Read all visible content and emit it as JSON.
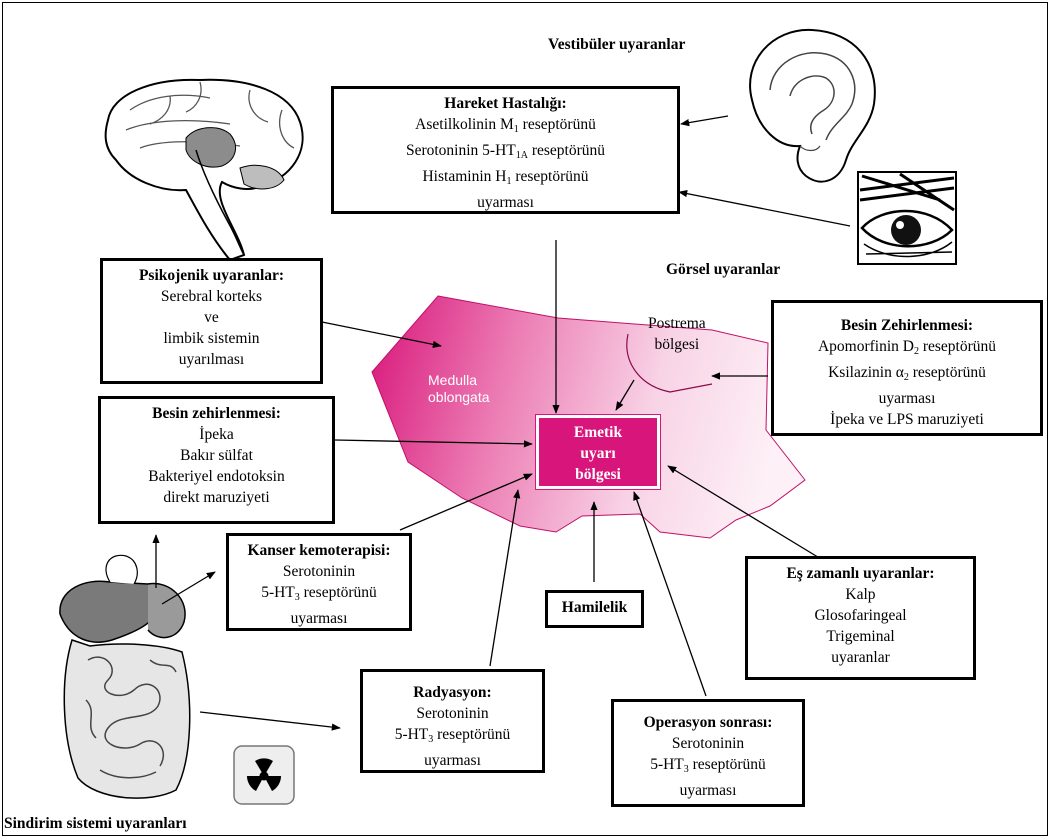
{
  "labels": {
    "vestibular": "Vestibüler uyaranlar",
    "visual": "Görsel uyaranlar",
    "digestive": "Sindirim sistemi uyaranları",
    "medulla_line1": "Medulla",
    "medulla_line2": "oblongata",
    "postrema_line1": "Postrema",
    "postrema_line2": "bölgesi"
  },
  "emetic": {
    "line1": "Emetik",
    "line2": "uyarı",
    "line3": "bölgesi"
  },
  "boxes": {
    "motion": {
      "heading": "Hareket Hastalığı:",
      "l1a": "Asetilkolinin M",
      "l1s": "1",
      "l1b": " reseptörünü",
      "l2a": "Serotoninin 5-HT",
      "l2s": "1A",
      "l2b": "  reseptörünü",
      "l3a": "Histaminin H",
      "l3s": "1",
      "l3b": " reseptörünü",
      "l4": "uyarması"
    },
    "psychogenic": {
      "heading": "Psikojenik uyaranlar:",
      "l1": "Serebral korteks",
      "l2": "ve",
      "l3": "limbik sistemin",
      "l4": "uyarılması"
    },
    "food_left": {
      "heading": "Besin zehirlenmesi:",
      "l1": "İpeka",
      "l2": "Bakır sülfat",
      "l3": "Bakteriyel endotoksin",
      "l4": "direkt maruziyeti"
    },
    "food_right": {
      "heading": "Besin Zehirlenmesi:",
      "l1a": "Apomorfinin D",
      "l1s": "2",
      "l1b": " reseptörünü",
      "l2a": "Ksilazinin α",
      "l2s": "2",
      "l2b": " reseptörünü",
      "l3": "uyarması",
      "l4": "İpeka ve LPS maruziyeti"
    },
    "chemo": {
      "heading": "Kanser kemoterapisi:",
      "l1": "Serotoninin",
      "l2a": "5-HT",
      "l2s": "3",
      "l2b": " reseptörünü",
      "l3": "uyarması"
    },
    "pregnancy": {
      "heading": "Hamilelik"
    },
    "simultaneous": {
      "heading": "Eş zamanlı uyaranlar:",
      "l1": "Kalp",
      "l2": "Glosofaringeal",
      "l3": "Trigeminal",
      "l4": "uyaranlar"
    },
    "radiation": {
      "heading": "Radyasyon:",
      "l1": "Serotoninin",
      "l2a": "5-HT",
      "l2s": "3",
      "l2b": " reseptörünü",
      "l3": "uyarması"
    },
    "postop": {
      "heading": "Operasyon sonrası:",
      "l1": "Serotoninin",
      "l2a": "5-HT",
      "l2s": "3",
      "l2b": " reseptörünü",
      "l3": "uyarması"
    }
  },
  "colors": {
    "medulla_dark": "#d8157a",
    "medulla_light": "#fbe4ef",
    "emetic_fill": "#d8157a"
  },
  "icons": [
    "brain-icon",
    "ear-icon",
    "eye-icon",
    "digestive-system-icon",
    "radiation-icon"
  ]
}
